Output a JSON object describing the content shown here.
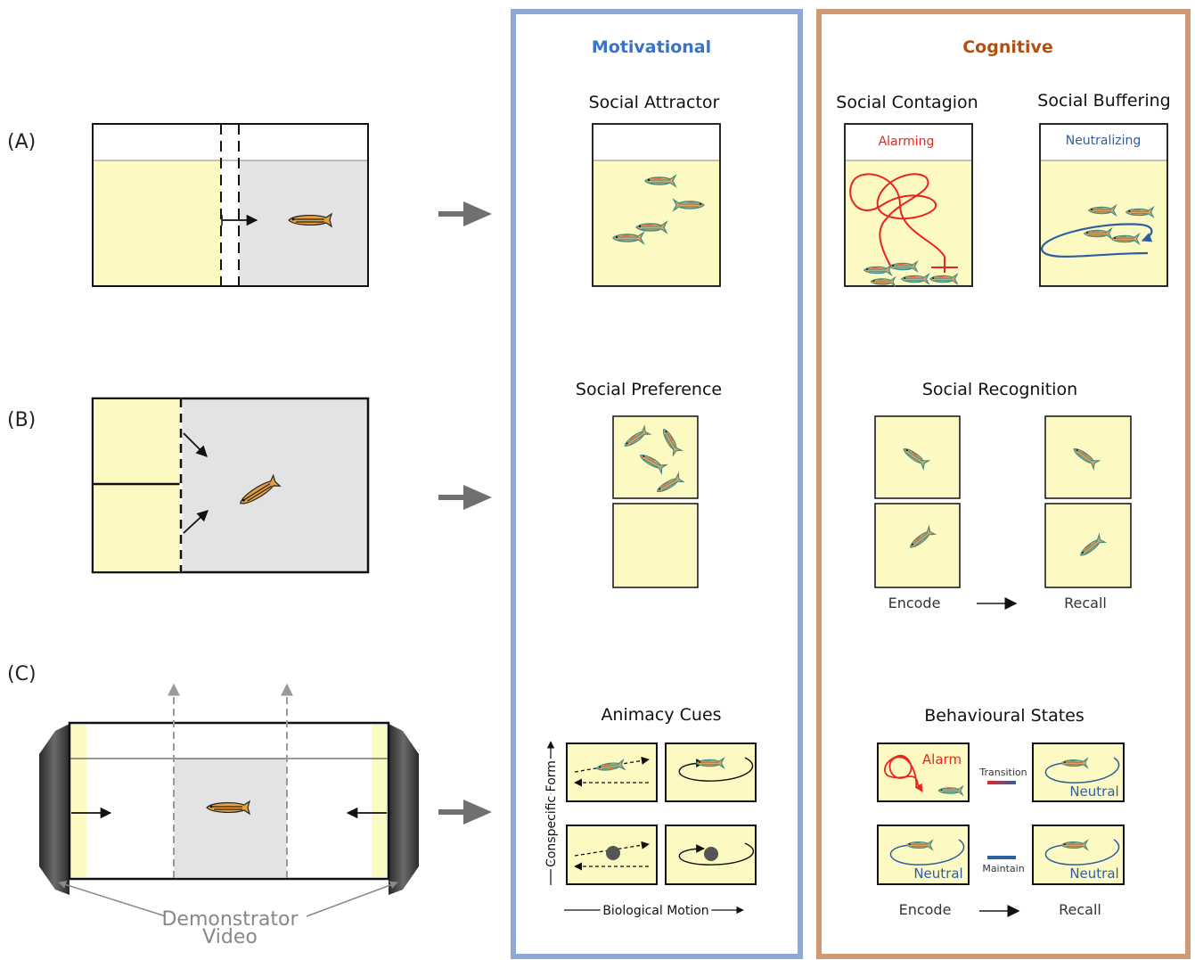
{
  "colors": {
    "yellow": "#fdf9c2",
    "grey": "#e3e3e3",
    "motivational": "#8da9d6",
    "motivational_text": "#3a73c4",
    "cognitive": "#cf9a73",
    "cognitive_text": "#b24f12",
    "alarm_red": "#e8261f",
    "neutral_blue": "#2e5fa3",
    "arrow_grey": "#707070"
  },
  "panel_labels": [
    "(A)",
    "(B)",
    "(C)"
  ],
  "demonstrator": {
    "line1": "Demonstrator",
    "line2": "Video"
  },
  "motivational": {
    "header": "Motivational",
    "social_attractor": "Social Attractor",
    "social_preference": "Social Preference",
    "animacy_cues": "Animacy Cues",
    "y_axis": "Conspecific Form",
    "x_axis": "Biological Motion"
  },
  "cognitive": {
    "header": "Cognitive",
    "social_contagion": "Social Contagion",
    "social_buffering": "Social Buffering",
    "alarming": "Alarming",
    "neutralizing": "Neutralizing",
    "social_recognition": "Social Recognition",
    "encode": "Encode",
    "recall": "Recall",
    "behavioural_states": "Behavioural States",
    "alarm": "Alarm",
    "neutral": "Neutral",
    "transition": "Transition",
    "maintain": "Maintain"
  }
}
